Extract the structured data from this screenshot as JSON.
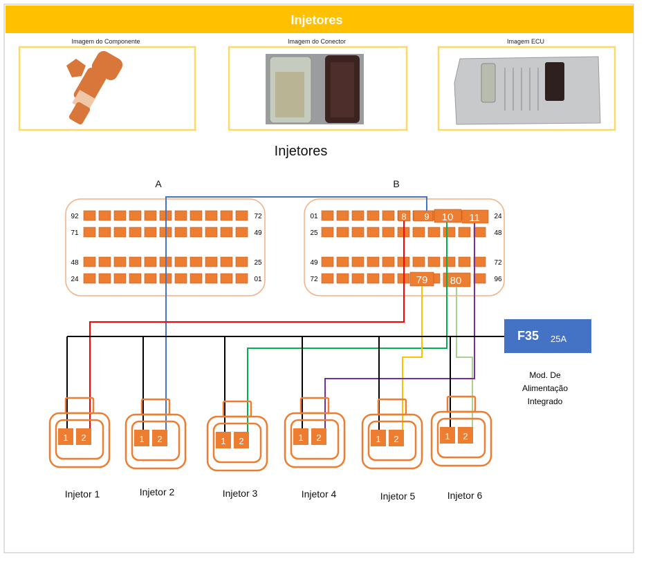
{
  "header": {
    "title": "Injetores"
  },
  "images": {
    "component_caption": "Imagem do Componente",
    "connector_caption": "Imagem do Conector",
    "ecu_caption": "Imagem ECU"
  },
  "diagram": {
    "title": "Injetores",
    "connector_a": {
      "label": "A",
      "row_labels_left": [
        "92",
        "71",
        "48",
        "24"
      ],
      "row_labels_right": [
        "72",
        "49",
        "25",
        "01"
      ]
    },
    "connector_b": {
      "label": "B",
      "row_labels_left": [
        "01",
        "25",
        "49",
        "72"
      ],
      "row_labels_right": [
        "24",
        "48",
        "72",
        "96"
      ]
    },
    "highlighted_pins": [
      "8",
      "9",
      "10",
      "11",
      "79",
      "80"
    ],
    "fuse": {
      "name": "F35",
      "rating": "25A",
      "caption_lines": [
        "Mod. De",
        "Alimentação",
        "Integrado"
      ]
    },
    "injectors": [
      {
        "label": "Injetor 1",
        "pin1": "1",
        "pin2": "2",
        "ecu_pin": "8",
        "wire_color": "#ff0000"
      },
      {
        "label": "Injetor 2",
        "pin1": "1",
        "pin2": "2",
        "ecu_pin": "9",
        "wire_color": "#4472c4"
      },
      {
        "label": "Injetor 3",
        "pin1": "1",
        "pin2": "2",
        "ecu_pin": "10",
        "wire_color": "#00b050"
      },
      {
        "label": "Injetor 4",
        "pin1": "1",
        "pin2": "2",
        "ecu_pin": "11",
        "wire_color": "#7030a0"
      },
      {
        "label": "Injetor 5",
        "pin1": "1",
        "pin2": "2",
        "ecu_pin": "79",
        "wire_color": "#ffc000"
      },
      {
        "label": "Injetor 6",
        "pin1": "1",
        "pin2": "2",
        "ecu_pin": "80",
        "wire_color": "#a9d18e"
      }
    ],
    "colors": {
      "header": "#ffc000",
      "pin": "#ed7d31",
      "fuse": "#4472c4",
      "power_wire": "#000000"
    }
  }
}
